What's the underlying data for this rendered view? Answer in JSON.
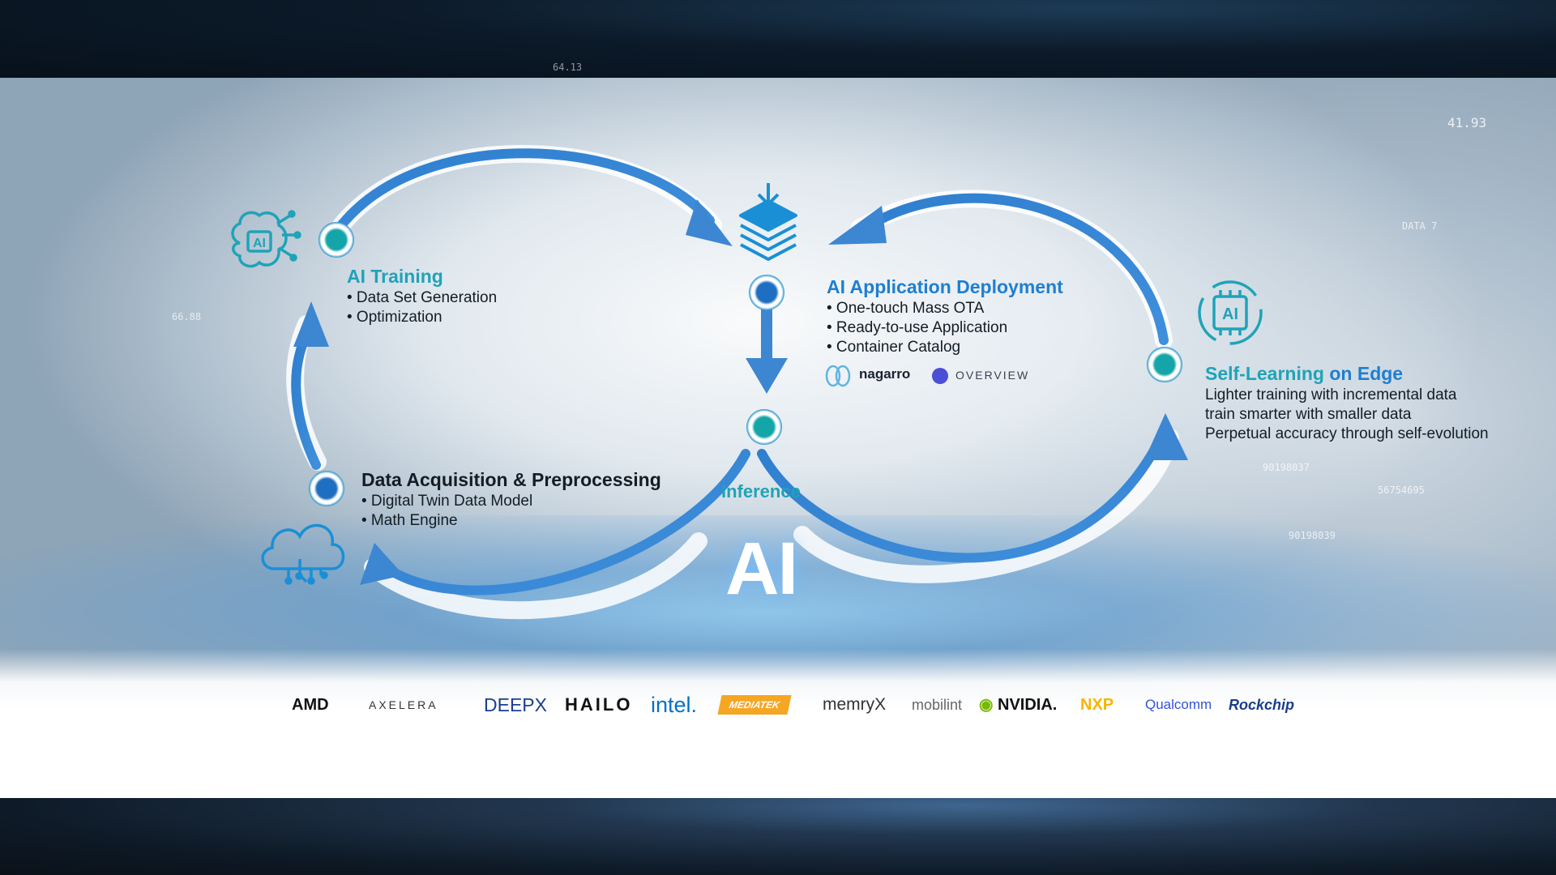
{
  "top_readout": "64.13",
  "right_readout": "41.93",
  "left_readout": "66.88",
  "data_label": "DATA 7",
  "numbers": [
    "90198037",
    "56754695",
    "90198039"
  ],
  "ai_training": {
    "title": "AI Training",
    "bullets": [
      "• Data Set Generation",
      "• Optimization"
    ]
  },
  "deployment": {
    "title": "AI Application Deployment",
    "bullets": [
      "• One-touch Mass OTA",
      "• Ready-to-use Application",
      "• Container Catalog"
    ],
    "partner_logos": [
      "nagarro",
      "OVERVIEW"
    ]
  },
  "self_learning": {
    "title_part1": "Self-Learning",
    "title_part2": " on Edge",
    "lines": [
      "Lighter training with incremental data",
      "train smarter with smaller data",
      "Perpetual accuracy through self-evolution"
    ]
  },
  "data_acquisition": {
    "title": "Data Acquisition & Preprocessing",
    "bullets": [
      "• Digital Twin Data Model",
      "• Math Engine"
    ]
  },
  "inference_label": "Inference",
  "center_text": "AI",
  "chip_icon_text": "AI",
  "brain_icon_text": "AI",
  "vendors": [
    "AMD",
    "AXELERA",
    "DEEPX",
    "HAILO",
    "intel.",
    "MEDIATEK",
    "memryX",
    "mobilint",
    "NVIDIA.",
    "NXP",
    "Qualcomm",
    "Rockchip"
  ],
  "colors": {
    "teal": "#1fa3b8",
    "blue": "#1e7fd1",
    "arrow": "#3d86d2"
  }
}
